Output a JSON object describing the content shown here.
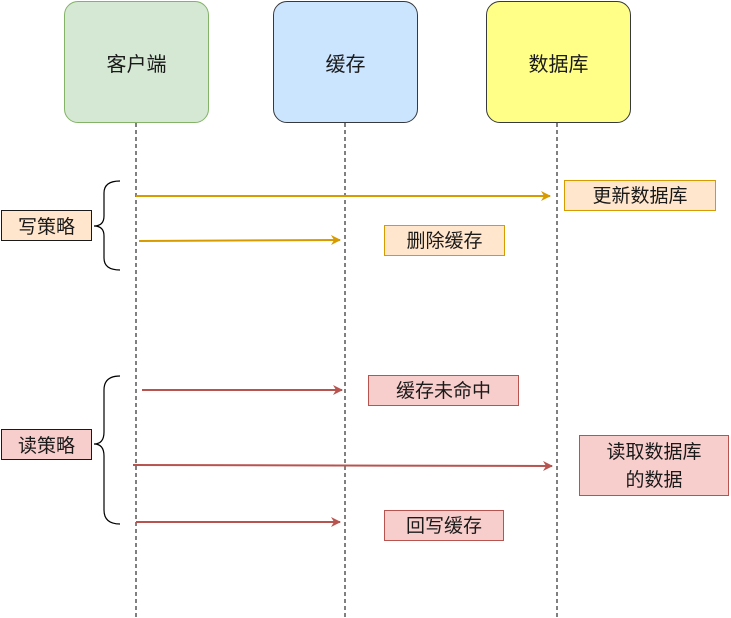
{
  "participants": {
    "client": "客户端",
    "cache": "缓存",
    "database": "数据库"
  },
  "write_strategy": {
    "label": "写策略",
    "step1": "更新数据库",
    "step2": "删除缓存"
  },
  "read_strategy": {
    "label": "读策略",
    "step1": "缓存未命中",
    "step2_line1": "读取数据库",
    "step2_line2": "的数据",
    "step3": "回写缓存"
  },
  "colors": {
    "write_arrow": "#d79b00",
    "read_arrow": "#b85450",
    "client_fill": "#d5e8d4",
    "cache_fill": "#cce5ff",
    "database_fill": "#ffff88"
  }
}
